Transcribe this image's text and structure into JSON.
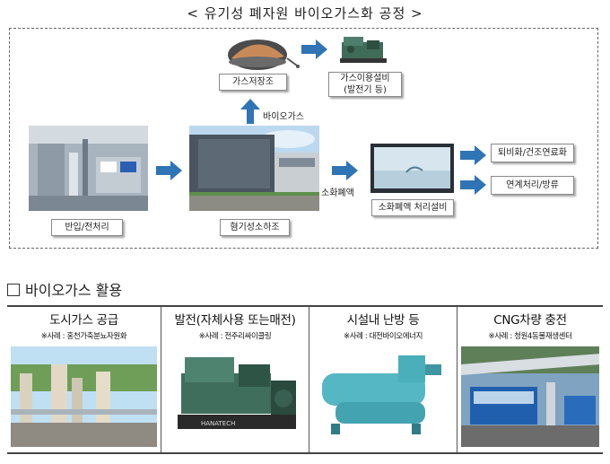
{
  "title": "< 유기성 폐자원 바이오가스화 공정 >",
  "process": {
    "gas_storage_label": "가스저장조",
    "gas_use_label_line1": "가스이용설비",
    "gas_use_label_line2": "(발전기 등)",
    "intake_label": "반입/전처리",
    "digester_label": "혐기성소하조",
    "digestate_facility_label": "소화폐액 처리설비",
    "compost_label": "퇴비화/건조연료화",
    "linked_treatment_label": "연계처리/방류",
    "biogas_flow_text": "바이오가스",
    "digestate_flow_text": "소화폐액"
  },
  "utilization": {
    "heading": "바이오가스 활용",
    "columns": [
      {
        "name": "도시가스 공급",
        "example": "※사례 : 홍천가축분뇨자원화"
      },
      {
        "name": "발전(자체사용 또는매전)",
        "example": "※사례 : 전주리싸이클링"
      },
      {
        "name": "시설내 난방 등",
        "example": "※사례 : 대전바이오에너지"
      },
      {
        "name": "CNG차량 충전",
        "example": "※사례 : 청원4동물재생센터"
      }
    ],
    "generator_brand": "HANATECH"
  },
  "colors": {
    "arrow_blue": "#2f74b5",
    "frame_dash": "#666666"
  }
}
